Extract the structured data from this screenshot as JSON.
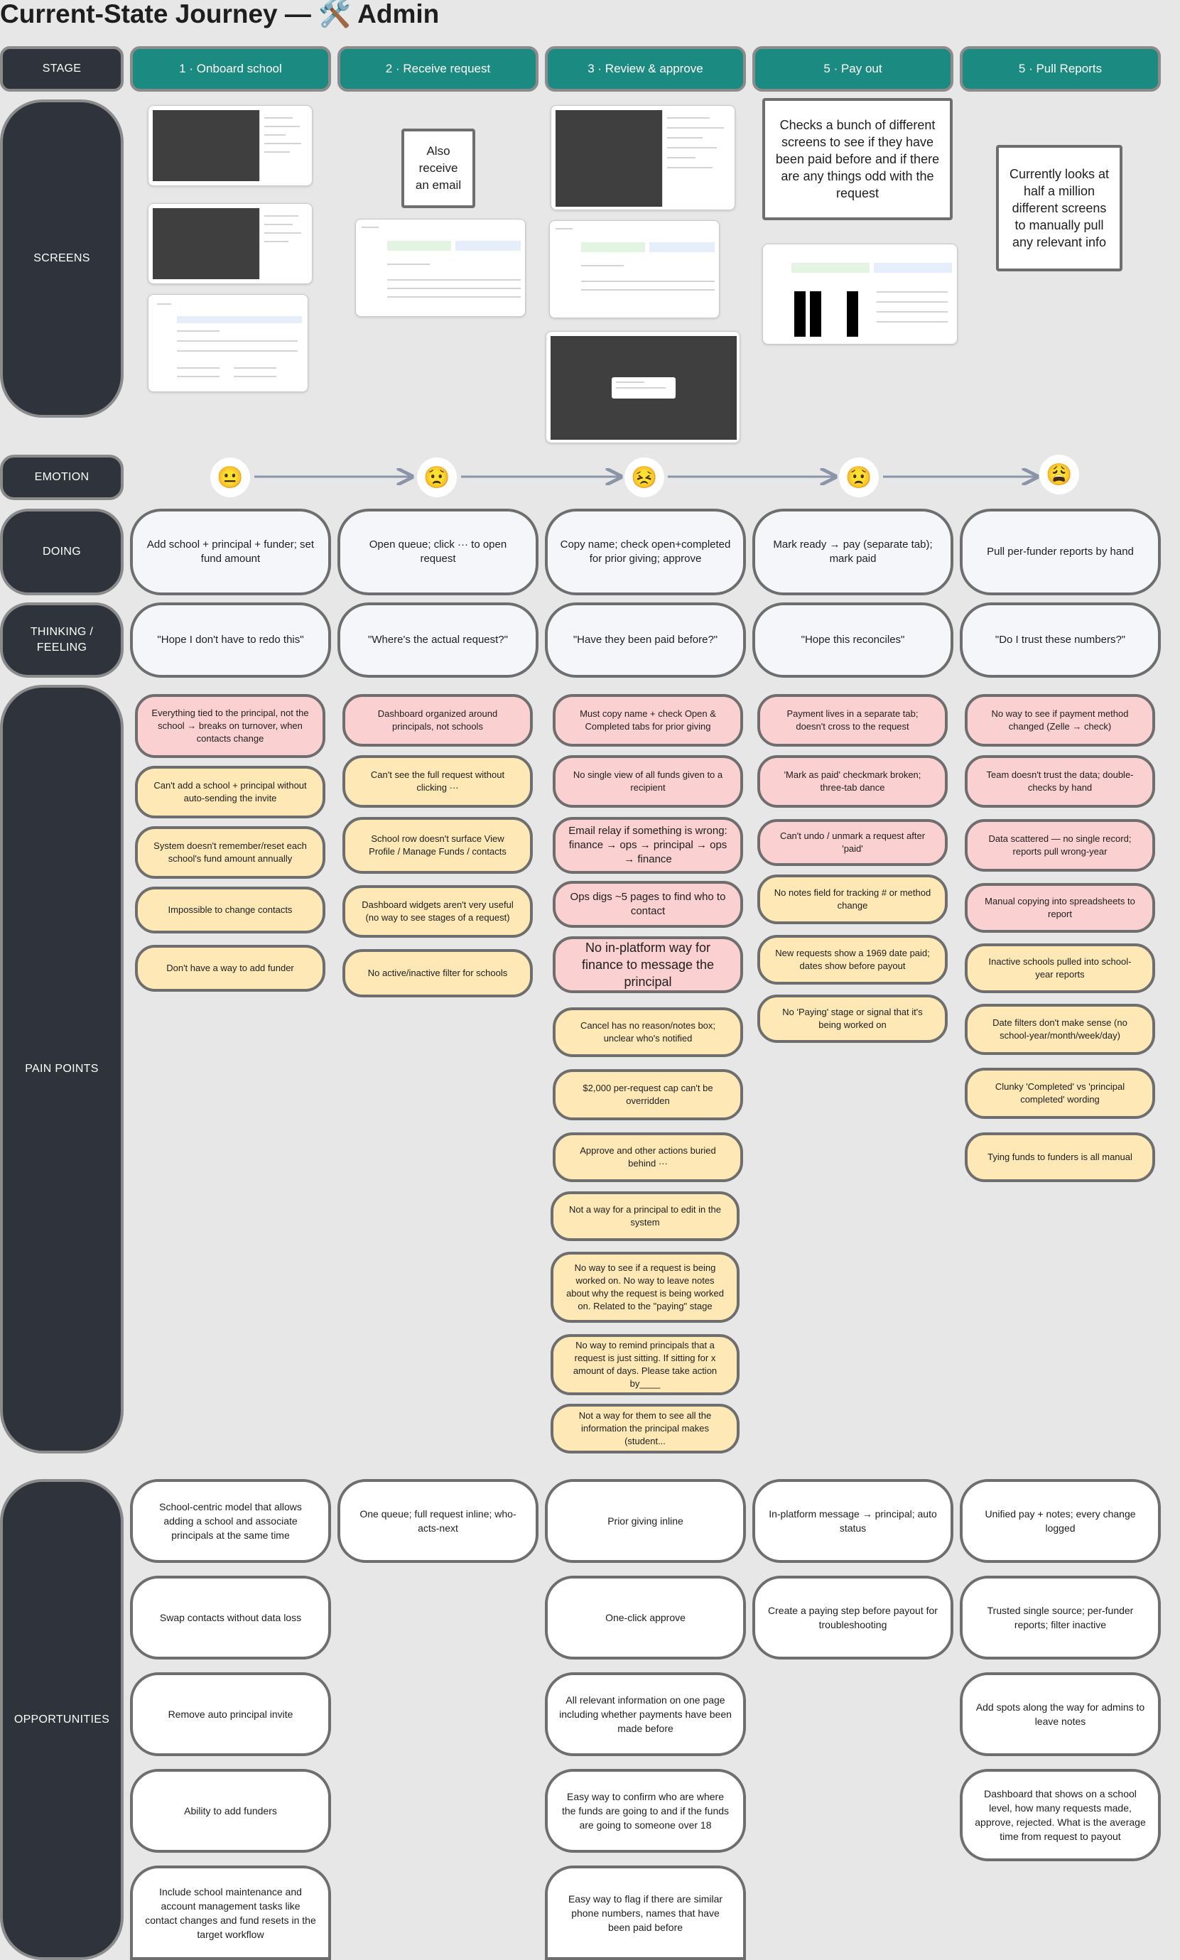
{
  "title": "Current-State Journey — 🛠️ Admin",
  "row_labels": {
    "stage": "STAGE",
    "screens": "SCREENS",
    "emotion": "EMOTION",
    "doing": "DOING",
    "thinking": "THINKING / FEELING",
    "pain_points": "PAIN POINTS",
    "opportunities": "OPPORTUNITIES"
  },
  "stages": [
    "1 · Onboard school",
    "2 · Receive request",
    "3 · Review & approve",
    "5 · Pay out",
    "5 · Pull Reports"
  ],
  "screen_notes": {
    "receive": "Also receive an email",
    "payout": "Checks a bunch of different screens to see if they have been paid before and if there are any things odd with the request",
    "reports": "Currently looks at half a million different screens to manually pull any relevant info"
  },
  "emotions": [
    "😐",
    "😟",
    "😣",
    "😟",
    "😩"
  ],
  "doing": [
    "Add school + principal + funder; set fund amount",
    "Open queue; click ··· to open request",
    "Copy name; check open+completed for prior giving; approve",
    "Mark ready → pay (separate tab); mark paid",
    "Pull per-funder reports by hand"
  ],
  "thinking": [
    "\"Hope I don't have to redo this\"",
    "\"Where's the actual request?\"",
    "\"Have they been paid before?\"",
    "\"Hope this reconciles\"",
    "\"Do I trust these numbers?\""
  ],
  "pain_points": [
    [
      "Everything tied to the principal, not the school → breaks on turnover, when contacts change",
      "Can't add a school + principal without auto-sending the invite",
      "System doesn't remember/reset each school's fund amount annually",
      "Impossible to change contacts",
      "Don't have a way to add funder"
    ],
    [
      "Dashboard organized around principals, not schools",
      "Can't see the full request without clicking ···",
      "School row doesn't surface View Profile / Manage Funds / contacts",
      "Dashboard widgets aren't very useful (no way to see stages of a request)",
      "No active/inactive filter for schools"
    ],
    [
      "Must copy name + check Open & Completed tabs for prior giving",
      "No single view of all funds given to a recipient",
      "Email relay if something is wrong: finance → ops → principal → ops → finance",
      "Ops digs ~5 pages to find who to contact",
      "No in-platform way for finance to message the principal",
      "Cancel has no reason/notes box; unclear who's notified",
      "$2,000 per-request cap can't be overridden",
      "Approve and other actions buried behind ···",
      "Not a way for a principal to edit in the system",
      "No way to see if a request is being worked on. No way to leave notes about why the request is being worked on. Related to the \"paying\" stage",
      "No way to remind principals that a request is just sitting. If sitting for x amount of days. Please take action by____",
      "Not a way for them to see all the information the principal makes (student..."
    ],
    [
      "Payment lives in a separate tab; doesn't cross to the request",
      "'Mark as paid' checkmark broken; three-tab dance",
      "Can't undo / unmark a request after 'paid'",
      "No notes field for tracking # or method change",
      "New requests show a 1969 date paid; dates show before payout",
      "No 'Paying' stage or signal that it's being worked on"
    ],
    [
      "No way to see if payment method changed (Zelle → check)",
      "Team doesn't trust the data; double-checks by hand",
      "Data scattered — no single record; reports pull wrong-year",
      "Manual copying into spreadsheets to report",
      "Inactive schools pulled into school-year reports",
      "Date filters don't make sense (no school-year/month/week/day)",
      "Clunky 'Completed' vs 'principal completed' wording",
      "Tying funds to funders is all manual"
    ]
  ],
  "opportunities": [
    [
      "School-centric model that allows adding a school and associate principals at the same time",
      "Swap contacts without data loss",
      "Remove auto principal invite",
      "Ability to add funders",
      "Include school maintenance and account management tasks like contact changes and fund resets in the target workflow"
    ],
    [
      "One queue; full request inline; who-acts-next"
    ],
    [
      "Prior giving inline",
      "One-click approve",
      "All relevant information on one page including whether payments have been made before",
      "Easy way to confirm who are where the funds are going to and if the funds are going to someone over 18",
      "Easy way to flag if there are similar phone numbers, names that have been paid before"
    ],
    [
      "In-platform message → principal; auto status",
      "Create a paying step before payout for troubleshooting"
    ],
    [
      "Unified pay + notes; every change logged",
      "Trusted single source; per-funder reports; filter inactive",
      "Add spots along the way for admins to leave notes",
      "Dashboard that shows on a school level, how many requests made, approve, rejected. What is the average time from request to payout"
    ]
  ]
}
